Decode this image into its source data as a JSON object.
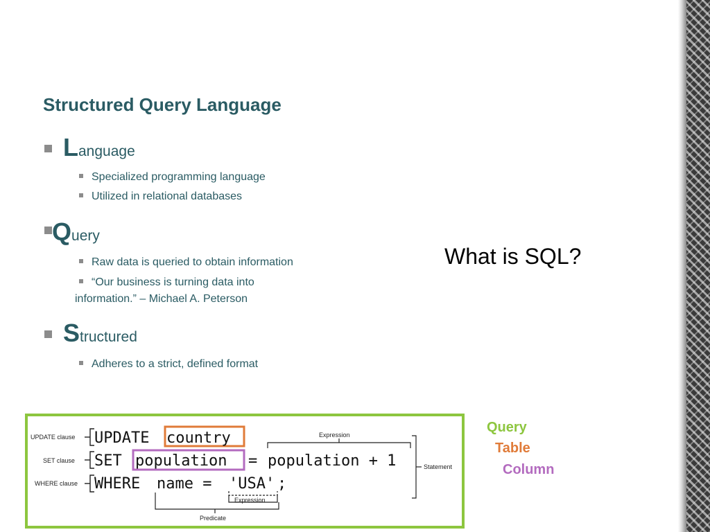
{
  "slide": {
    "title": "Structured Query Language",
    "side_title": "What is SQL?"
  },
  "bullets": [
    {
      "letter": "L",
      "rest": "anguage",
      "subs": [
        "Specialized programming language",
        "Utilized in relational databases"
      ]
    },
    {
      "letter": "Q",
      "rest": "uery",
      "subs": [
        "Raw data is queried to obtain information",
        "“Our business is turning data into",
        "information.” – Michael A. Peterson"
      ]
    },
    {
      "letter": "S",
      "rest": "tructured",
      "subs": [
        "Adheres to a strict, defined format"
      ]
    }
  ],
  "legend": {
    "query": {
      "label": "Query",
      "color": "#8dc63f"
    },
    "table": {
      "label": "Table",
      "color": "#e07b39"
    },
    "column": {
      "label": "Column",
      "color": "#b36bbf"
    }
  },
  "diagram": {
    "clause_labels": [
      "UPDATE clause",
      "SET clause",
      "WHERE clause"
    ],
    "line1": {
      "keyword": "UPDATE",
      "table": "country"
    },
    "line2": {
      "keyword": "SET",
      "column": "population",
      "eq": "=",
      "expr": "population + 1"
    },
    "line3": {
      "keyword": "WHERE",
      "cond": "name =",
      "value": "'USA'",
      "end": ";"
    },
    "annotations": {
      "expression_top": "Expression",
      "expression_bottom": "Expression",
      "predicate": "Predicate",
      "statement": "Statement"
    },
    "colors": {
      "table_box": "#e07b39",
      "column_box": "#b36bbf",
      "border": "#8dc63f"
    }
  }
}
